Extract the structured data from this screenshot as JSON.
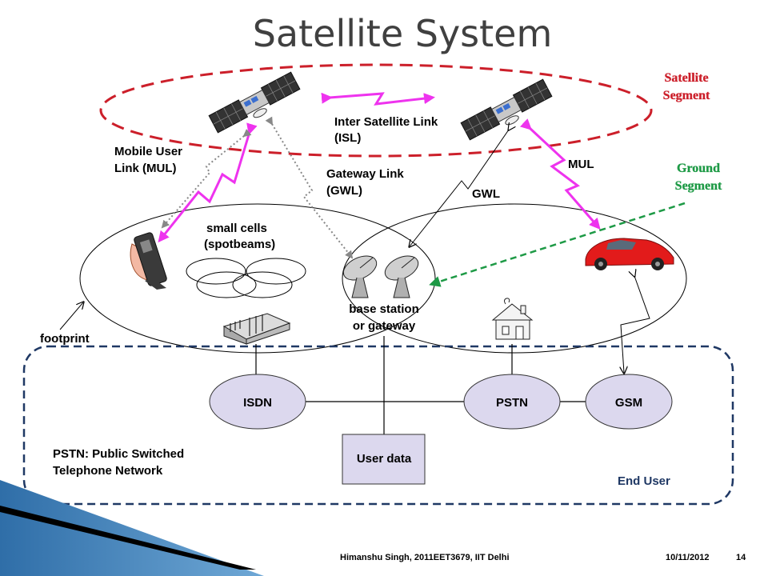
{
  "title": "Satellite System",
  "segments": {
    "satellite": [
      "Satellite",
      "Segment"
    ],
    "ground": [
      "Ground",
      "Segment"
    ]
  },
  "links": {
    "isl": [
      "Inter Satellite Link",
      "(ISL)"
    ],
    "mul_left": [
      "Mobile User",
      "Link (MUL)"
    ],
    "gateway": [
      "Gateway Link",
      "(GWL)"
    ],
    "gwl": "GWL",
    "mul_right": "MUL"
  },
  "labels": {
    "small_cells": [
      "small cells",
      "(spotbeams)"
    ],
    "base_station": [
      "base station",
      "or gateway"
    ],
    "footprint": "footprint",
    "pstn_note": [
      "PSTN: Public Switched",
      "Telephone Network"
    ],
    "end_user": "End User"
  },
  "nodes": {
    "isdn": "ISDN",
    "pstn": "PSTN",
    "gsm": "GSM",
    "user_data": "User data"
  },
  "footer": {
    "author": "Himanshu Singh, 2011EET3679, IIT Delhi",
    "date": "10/11/2012",
    "page": "14"
  },
  "colors": {
    "satellite_segment": "#cc1f2a",
    "ground_segment": "#1e9a46",
    "link_magenta": "#ee33ee",
    "end_user_box": "#1f3864",
    "node_fill": "#dcd8ee"
  }
}
